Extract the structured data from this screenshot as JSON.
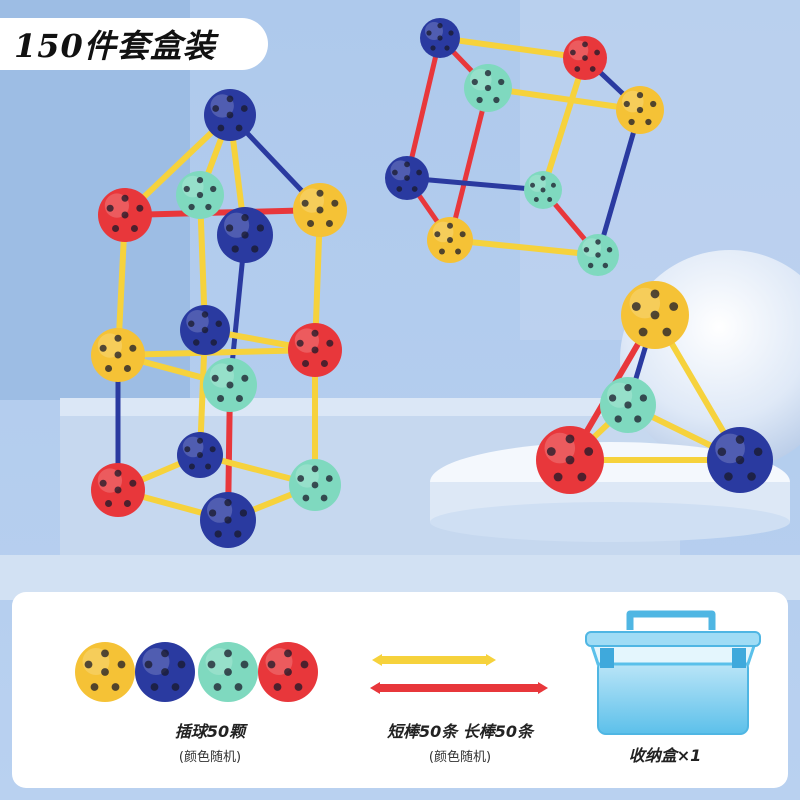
{
  "title": "150件套盒装",
  "items": [
    {
      "label": "插球50颗",
      "note": "(颜色随机)",
      "icon": "ball-set-icon"
    },
    {
      "label": "短棒50条 长棒50条",
      "note": "(颜色随机)",
      "icon": "rod-set-icon"
    },
    {
      "label": "收纳盒×1",
      "note": "",
      "icon": "storage-box-icon"
    }
  ],
  "colors": {
    "background": "#a9c6ea",
    "yellow": "#f5c236",
    "blue": "#2a3aa0",
    "mint": "#7fd9bf",
    "red": "#e8373b",
    "rod_yellow": "#f6d23c",
    "rod_red": "#e8373b",
    "box": "#6cc9ee"
  }
}
